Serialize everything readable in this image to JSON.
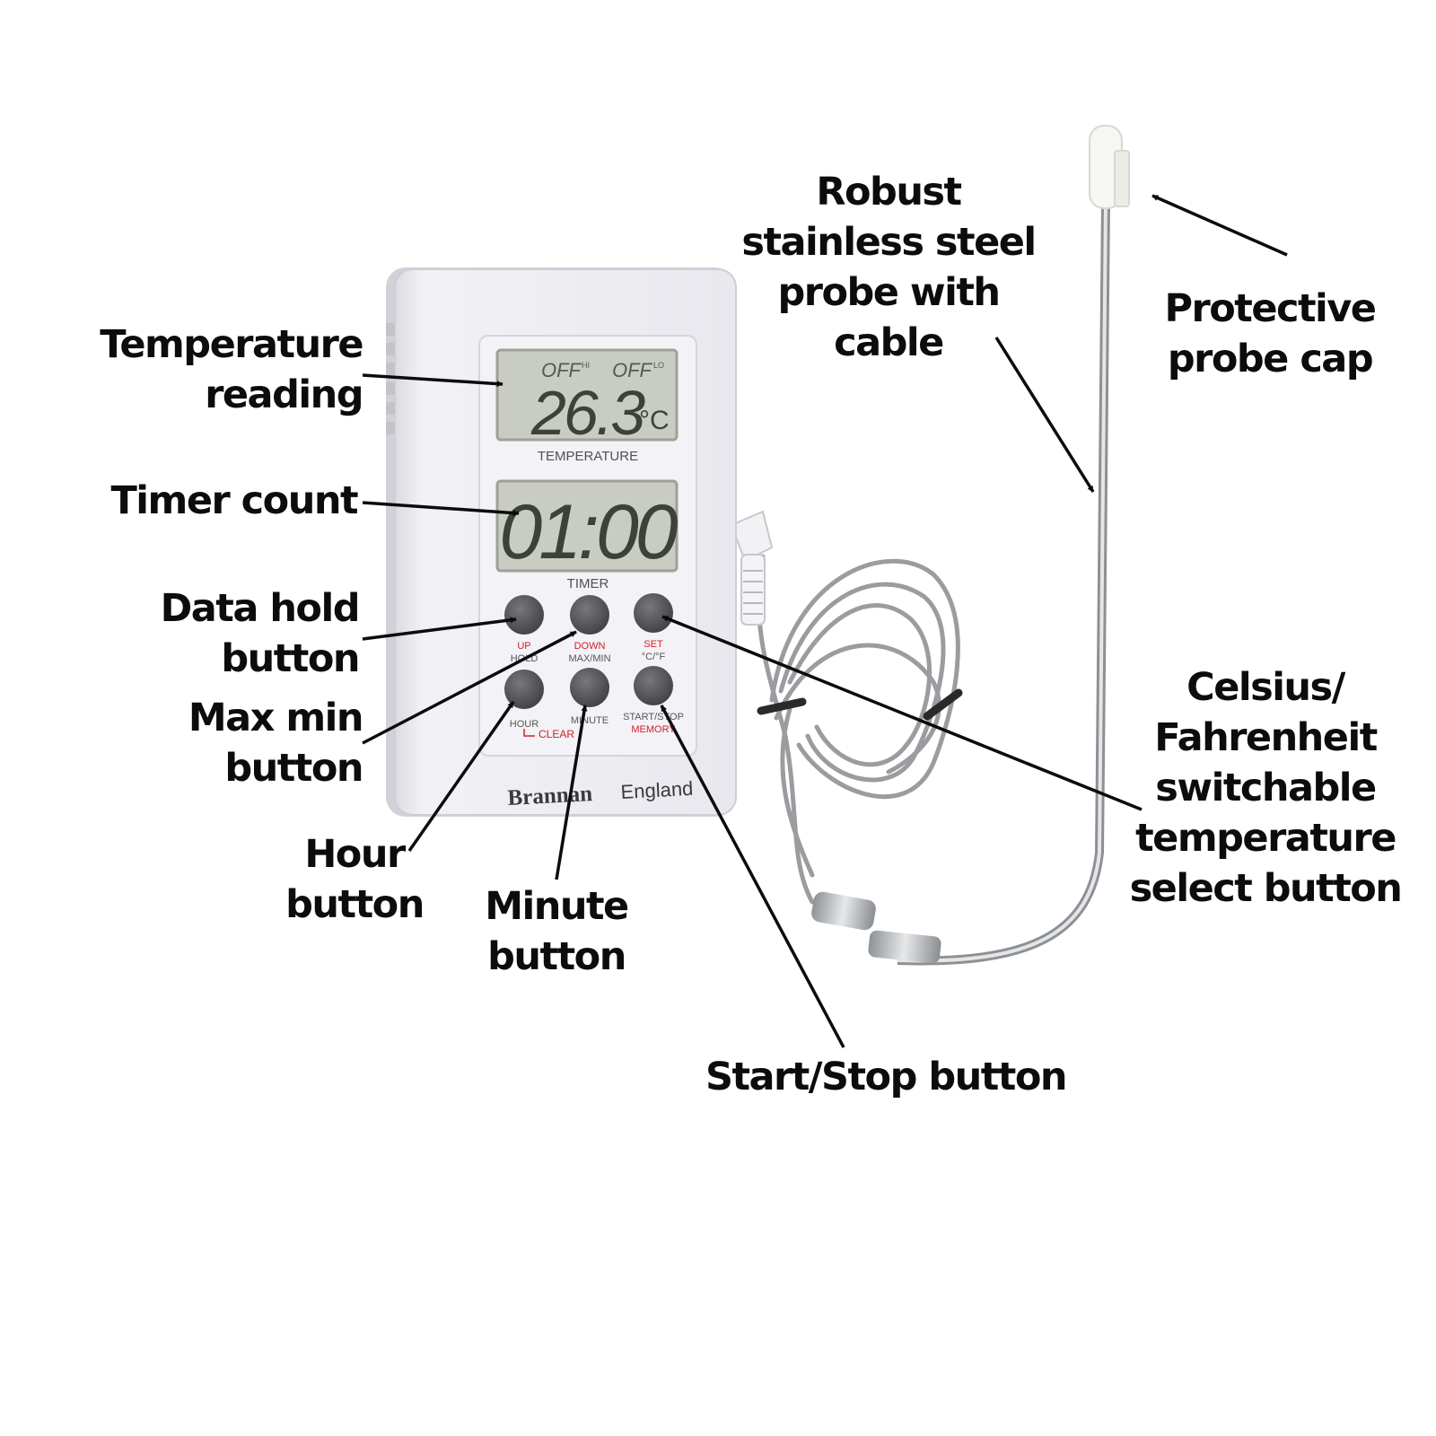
{
  "labels": {
    "temperature_reading": [
      "Temperature",
      "reading"
    ],
    "timer_count": [
      "Timer count"
    ],
    "data_hold": [
      "Data hold",
      "button"
    ],
    "max_min": [
      "Max min",
      "button"
    ],
    "hour": [
      "Hour",
      "button"
    ],
    "minute": [
      "Minute",
      "button"
    ],
    "start_stop": [
      "Start/Stop button"
    ],
    "celsius": [
      "Celsius/",
      "Fahrenheit",
      "switchable",
      "temperature",
      "select button"
    ],
    "probe": [
      "Robust",
      "stainless steel",
      "probe with",
      "cable"
    ],
    "cap": [
      "Protective",
      "probe cap"
    ]
  },
  "device": {
    "lcd_top_left": "OFF",
    "lcd_top_left_tag": "HI",
    "lcd_top_right": "OFF",
    "lcd_top_right_tag": "LO",
    "temperature_value": "26.3",
    "temperature_unit": "°C",
    "temperature_caption": "TEMPERATURE",
    "timer_value": "01:00",
    "timer_caption": "TIMER",
    "buttons": [
      {
        "top": "UP",
        "bottom": "HOLD"
      },
      {
        "top": "DOWN",
        "bottom": "MAX/MIN"
      },
      {
        "top": "SET",
        "bottom": "°C/°F"
      },
      {
        "top": "",
        "bottom": "HOUR"
      },
      {
        "top": "",
        "bottom": "MINUTE"
      },
      {
        "top": "",
        "bottom": "START/STOP"
      }
    ],
    "clear_label": "CLEAR",
    "memory_label": "MEMORY",
    "brand": "Brannan",
    "brand_country": "England"
  },
  "colors": {
    "label_text": "#0c0c0c",
    "red_text": "#d0202a",
    "lcd": "#c9ccc2",
    "body": "#ecebf0"
  }
}
